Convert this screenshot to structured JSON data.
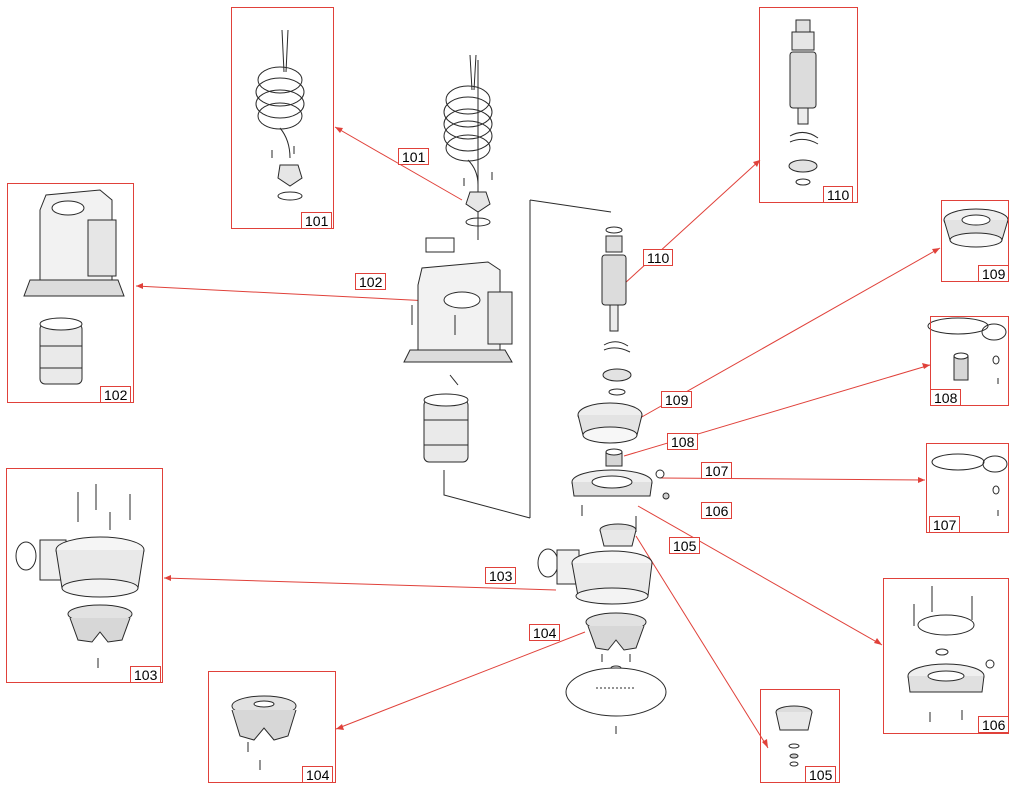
{
  "callout_labels": {
    "c101": "101",
    "c102": "102",
    "c103": "103",
    "c104": "104",
    "c105": "105",
    "c106": "106",
    "c107": "107",
    "c108": "108",
    "c109": "109",
    "c110": "110"
  },
  "main_labels": {
    "m101": "101",
    "m102": "102",
    "m103": "103",
    "m104": "104",
    "m105": "105",
    "m106": "106",
    "m107": "107",
    "m108": "108",
    "m109": "109",
    "m110": "110"
  },
  "colors": {
    "leader": "#e0413a",
    "drawing": "#2a2a2a",
    "shade": "#d9d9d9"
  },
  "icons": [
    "cable-coil-icon",
    "motor-housing-icon",
    "pump-volute-icon",
    "impeller-icon",
    "shaft-rotor-icon",
    "seal-icon",
    "oring-icon",
    "screw-icon"
  ]
}
